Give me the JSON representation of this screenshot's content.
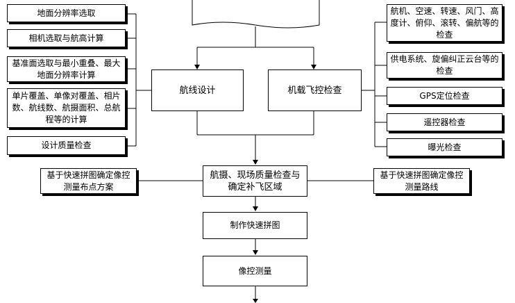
{
  "left_items": [
    "地面分辨率选取",
    "相机选取与航高计算",
    "基准面选取与最小重叠、最大地面分辨率计算",
    "单片覆盖、单像对覆盖、相片数、航线数、航摄面积、总航程等的计算",
    "设计质量检查"
  ],
  "right_items": [
    "航机、空速、转速、风门、高度计、俯仰、滚转、偏航等的检查",
    "供电系统、旋偏纠正云台等的检查",
    "GPS定位检查",
    "遥控器检查",
    "曝光检查"
  ],
  "design": "航线设计",
  "flight_check": "机载飞控检查",
  "aerial_check": "航摄、现场质量检查与确定补飞区域",
  "left_side": "基于快速拼图确定像控测量布点方案",
  "right_side": "基于快速拼图确定像控测量路线",
  "mosaic": "制作快速拼图",
  "control": "像控测量"
}
